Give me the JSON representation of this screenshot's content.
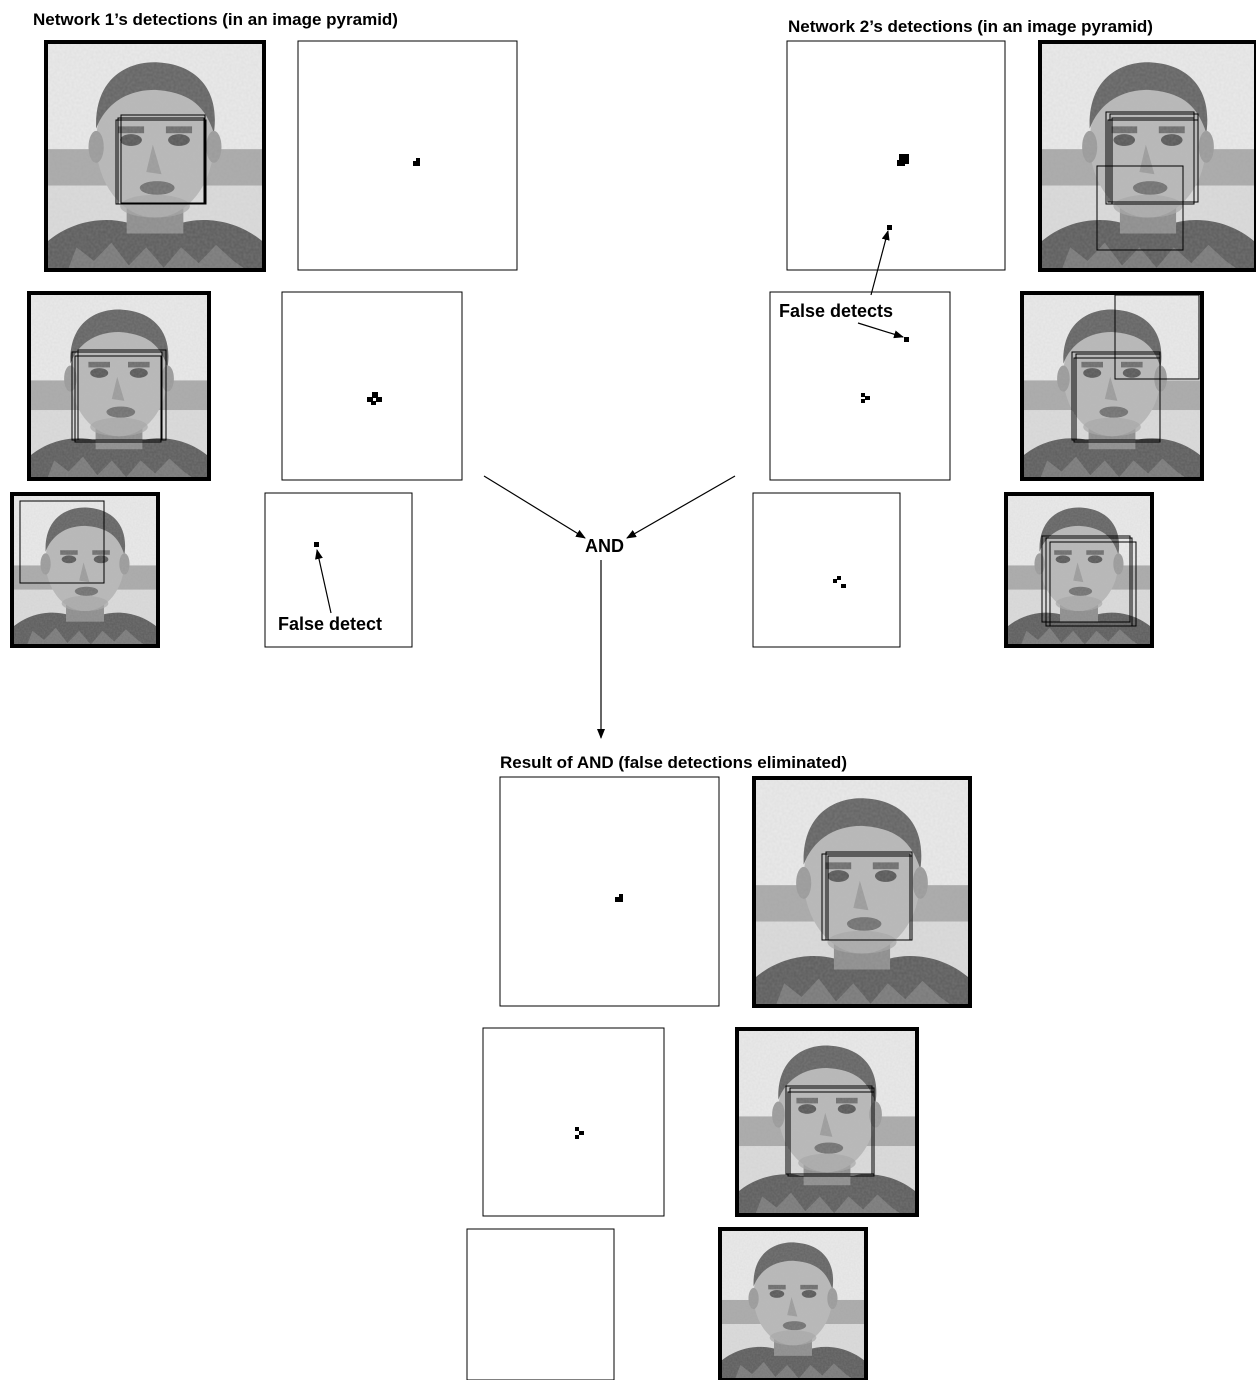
{
  "headers": {
    "network1": "Network 1’s detections (in an image pyramid)",
    "network2": "Network 2’s detections (in an image pyramid)",
    "result": "Result of AND (false detections eliminated)"
  },
  "annotations": {
    "and_label": "AND",
    "false_detect": "False detect",
    "false_detects": "False detects"
  },
  "colors": {
    "ink": "#000000",
    "paper": "#ffffff"
  },
  "icons": {
    "face": "face-image-thumbnail",
    "detection_box": "face-detection-box",
    "detection_map": "detection-output-map",
    "arrow": "arrow"
  },
  "pyramid_levels": 3
}
